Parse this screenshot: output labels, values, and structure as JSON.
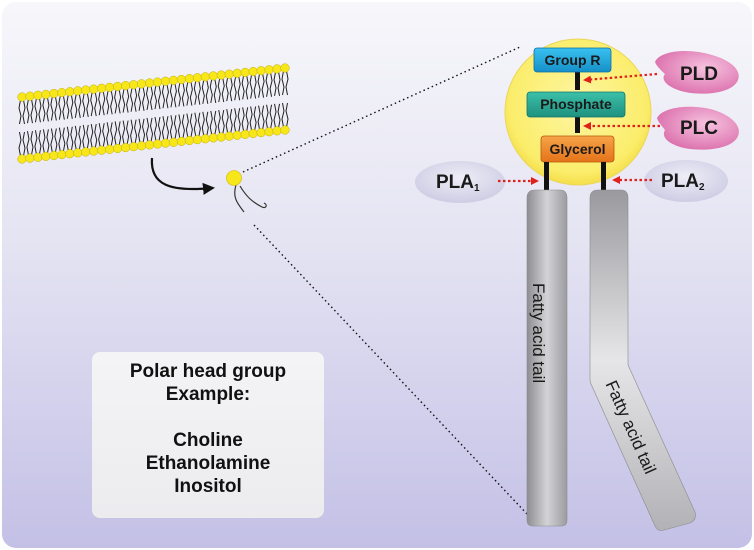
{
  "head_components": {
    "group_r": "Group R",
    "phosphate": "Phosphate",
    "glycerol": "Glycerol"
  },
  "enzymes": {
    "pld": "PLD",
    "plc": "PLC",
    "pla1": {
      "base": "PLA",
      "sub": "1"
    },
    "pla2": {
      "base": "PLA",
      "sub": "2"
    }
  },
  "tails": {
    "tail1": "Fatty acid tail",
    "tail2": "Fatty acid tail"
  },
  "info_box": {
    "line1": "Polar head group",
    "line2": "Example:",
    "example1": "Choline",
    "example2": "Ethanolamine",
    "example3": "Inositol"
  },
  "colors": {
    "head_circle": "#fbf080",
    "group_r_box": "#1fa7dc",
    "phosphate_box": "#29a996",
    "glycerol_box": "#f08a2a",
    "enzyme_pink": "#e58fc0",
    "enzyme_lavender": "#d9d8ea",
    "arrow_red": "#e0201b",
    "tail_gray": "#a9a9ab",
    "background_lavender": "#c8c5e8"
  }
}
